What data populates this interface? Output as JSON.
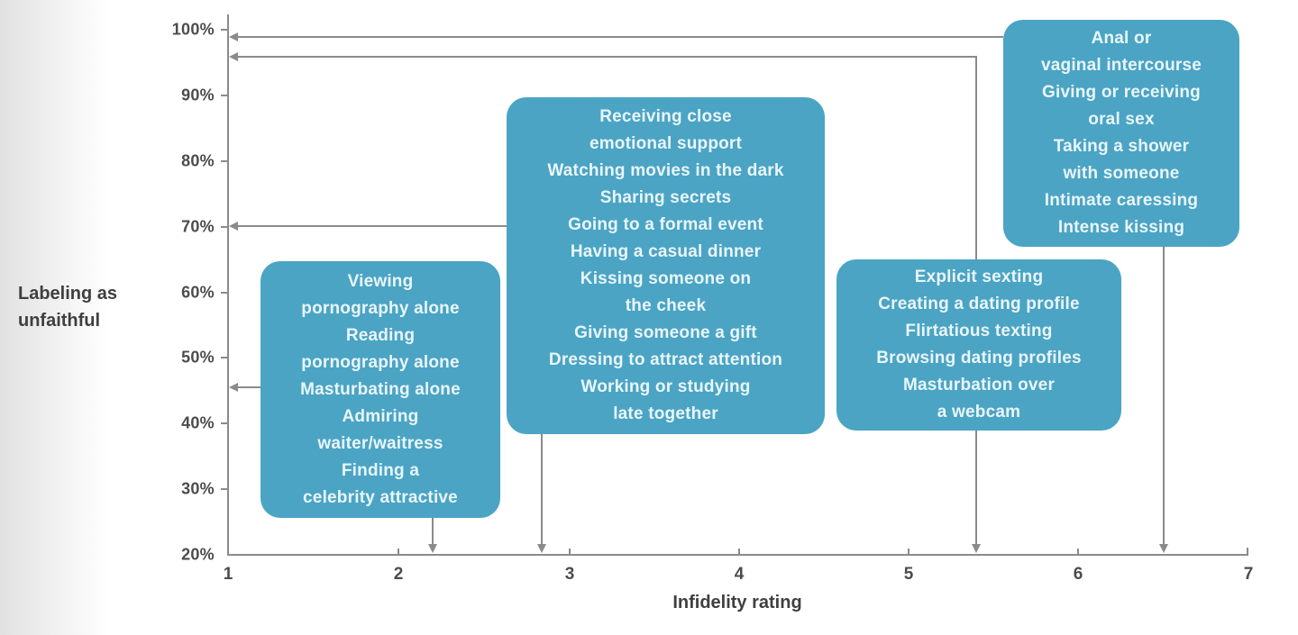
{
  "colors": {
    "box_fill": "#4ba4c4",
    "box_text": "#e9f6fb",
    "line": "#8b8b8b",
    "axis_text": "#4c4c4c",
    "background": "#ffffff"
  },
  "chart_data": {
    "type": "scatter",
    "title": "",
    "xlabel": "Infidelity rating",
    "ylabel": "Labeling as unfaithful",
    "ylabel_lines": [
      "Labeling as",
      "unfaithful"
    ],
    "grid": false,
    "legend": "none",
    "x_axis": {
      "min": 1,
      "max": 7,
      "tick_labels": [
        "1",
        "2",
        "3",
        "4",
        "5",
        "6",
        "7"
      ]
    },
    "y_axis": {
      "min_pct": 20,
      "max_pct": 100,
      "tick_labels": [
        "100%",
        "90%",
        "80%",
        "70%",
        "60%",
        "50%",
        "40%",
        "30%",
        "20%"
      ]
    },
    "clusters": [
      {
        "name": "solitary-fantasy-behaviors",
        "infidelity_rating": 2.2,
        "labeling_as_unfaithful_pct": 46,
        "lines": [
          "Viewing",
          "pornography alone",
          "Reading",
          "pornography alone",
          "Masturbating alone",
          "Admiring",
          "waiter/waitress",
          "Finding a",
          "celebrity attractive"
        ]
      },
      {
        "name": "emotional-affectionate-behaviors",
        "infidelity_rating": 2.8,
        "labeling_as_unfaithful_pct": 70,
        "lines": [
          "Receiving close",
          "emotional support",
          "Watching movies in the dark",
          "Sharing secrets",
          "Going to a formal event",
          "Having a casual dinner",
          "Kissing someone on",
          "the cheek",
          "Giving someone a gift",
          "Dressing to attract attention",
          "Working or studying",
          "late together"
        ]
      },
      {
        "name": "online-sexual-behaviors",
        "infidelity_rating": 5.4,
        "labeling_as_unfaithful_pct": 96,
        "lines": [
          "Explicit sexting",
          "Creating a dating profile",
          "Flirtatious texting",
          "Browsing dating profiles",
          "Masturbation over",
          "a webcam"
        ]
      },
      {
        "name": "physical-sexual-behaviors",
        "infidelity_rating": 6.5,
        "labeling_as_unfaithful_pct": 99,
        "lines": [
          "Anal or",
          "vaginal intercourse",
          "Giving or receiving",
          "oral sex",
          "Taking a shower",
          "with someone",
          "Intimate caressing",
          "Intense kissing"
        ]
      }
    ]
  }
}
